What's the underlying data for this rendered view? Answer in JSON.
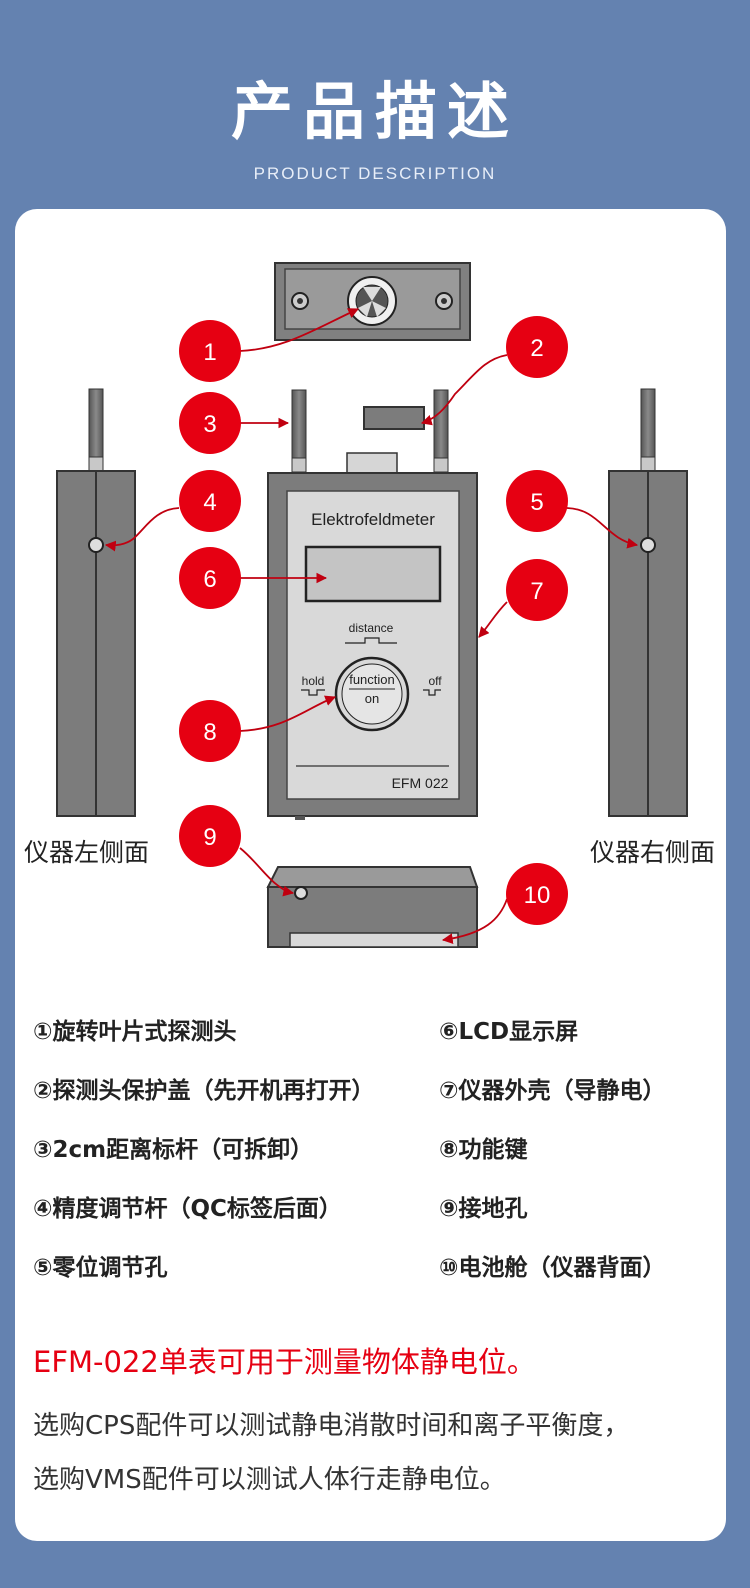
{
  "header": {
    "title": "产品描述",
    "subtitle": "PRODUCT DESCRIPTION"
  },
  "diagram": {
    "device_name": "Elektrofeldmeter",
    "model": "EFM 022",
    "button_top": "function",
    "button_bottom": "on",
    "label_distance": "distance",
    "label_hold": "hold",
    "label_off": "off",
    "left_side_label": "仪器左侧面",
    "right_side_label": "仪器右侧面",
    "callouts": [
      "1",
      "2",
      "3",
      "4",
      "5",
      "6",
      "7",
      "8",
      "9",
      "10"
    ],
    "callout_color": "#e60012"
  },
  "features_left": [
    "①旋转叶片式探测头",
    "②探测头保护盖（先开机再打开）",
    "③2cm距离标杆（可拆卸）",
    "④精度调节杆（QC标签后面）",
    "⑤零位调节孔"
  ],
  "features_right": [
    "⑥LCD显示屏",
    "⑦仪器外壳（导静电）",
    "⑧功能键",
    "⑨接地孔",
    "⑩电池舱（仪器背面）"
  ],
  "summary": "EFM-022单表可用于测量物体静电位。",
  "description": [
    "选购CPS配件可以测试静电消散时间和离子平衡度，",
    "选购VMS配件可以测试人体行走静电位。"
  ]
}
